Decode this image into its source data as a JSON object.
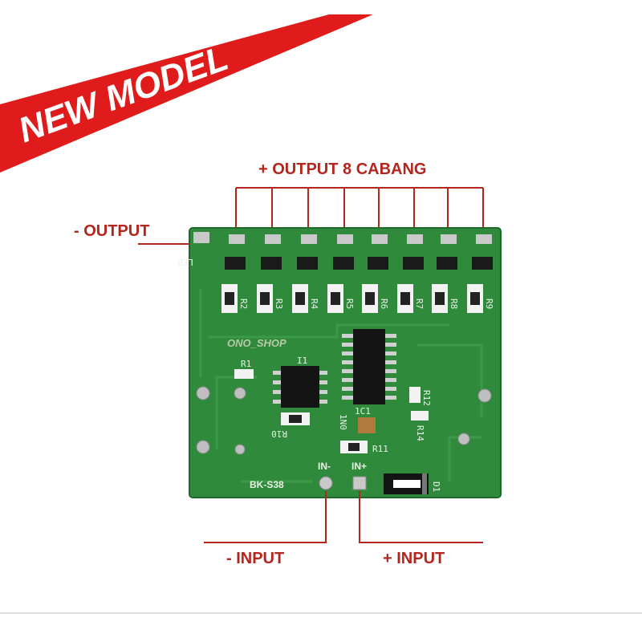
{
  "banner": {
    "text": "NEW MODEL",
    "color": "#e01b1b"
  },
  "callouts": {
    "output_branches": "+ OUTPUT 8 CABANG",
    "output_negative": "- OUTPUT",
    "input_negative": "- INPUT",
    "input_positive": "+ INPUT"
  },
  "board": {
    "color": "#2f8a3c",
    "model": "BK-S38",
    "watermark": "ONO_SHOP",
    "led_label": "LED",
    "pad_in_minus": "IN-",
    "pad_in_plus": "IN+",
    "channel_labels": [
      "R2",
      "R3",
      "R4",
      "R5",
      "R6",
      "R7",
      "R8",
      "R9"
    ],
    "labels": {
      "r1": "R1",
      "u1": "I1",
      "r10": "R10",
      "r11": "R11",
      "r12": "R12",
      "r14": "R14",
      "d1": "D1",
      "c1": "1C1",
      "ino": "1N0"
    }
  },
  "accent_red": "#b3261e"
}
